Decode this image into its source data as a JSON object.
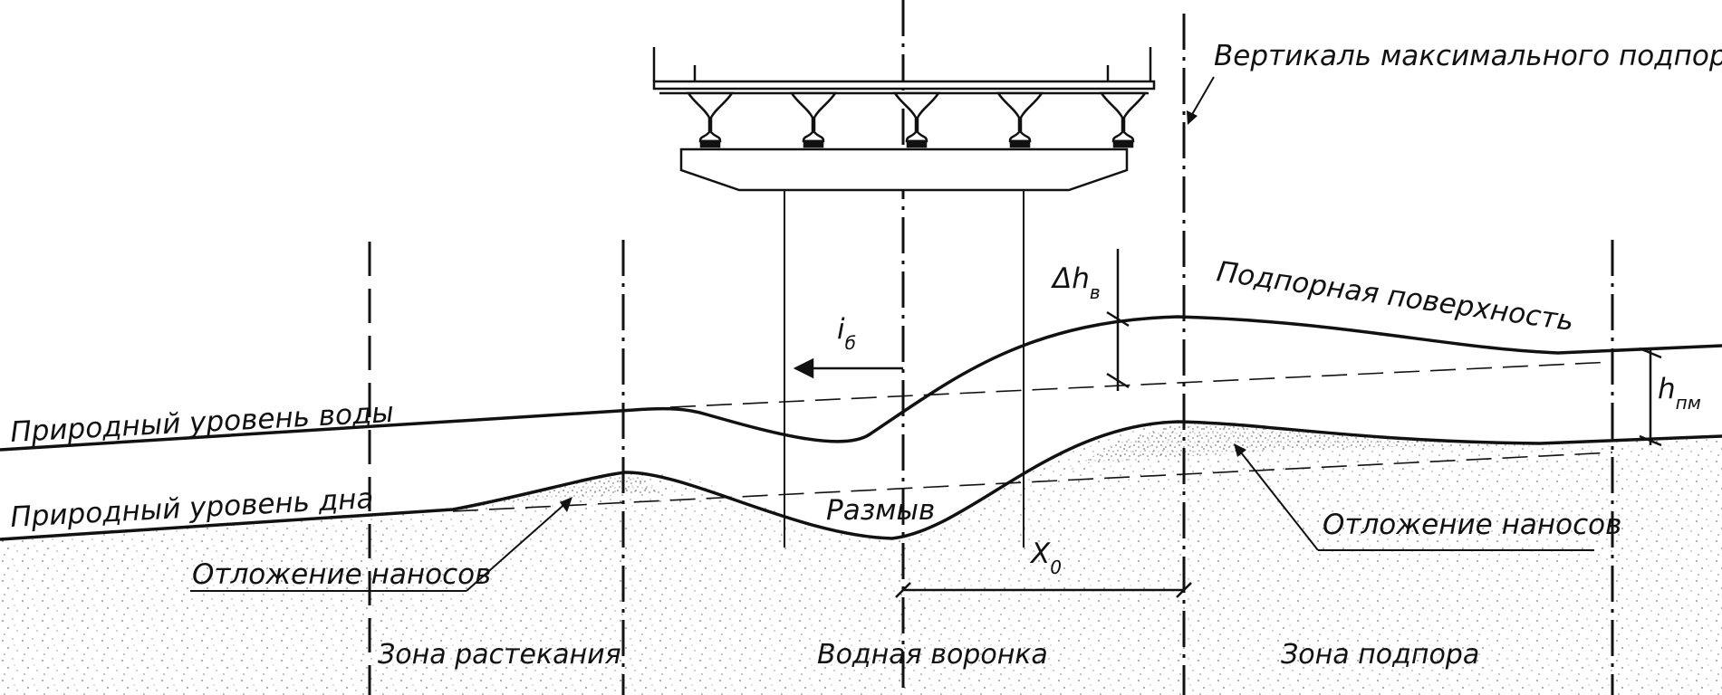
{
  "labels": {
    "max_backwater_vertical": "Вертикаль максимального подпора",
    "backwater_surface": "Подпорная поверхность",
    "natural_water_level": "Природный уровень воды",
    "natural_bed_level": "Природный уровень дна",
    "scour": "Размыв",
    "sediment_left": "Отложение наносов",
    "sediment_right": "Отложение наносов",
    "zone_spreading": "Зона растекания",
    "zone_funnel": "Водная воронка",
    "zone_backwater": "Зона подпора"
  },
  "symbols": {
    "slope_main": "i",
    "slope_sub": "б",
    "delta_main": "Δh",
    "delta_sub": "в",
    "hpm_main": "h",
    "hpm_sub": "пм",
    "x0_main": "X",
    "x0_sub": "0"
  },
  "colors": {
    "ink": "#111111",
    "stipple": "#6a6a6a",
    "background": "#ffffff"
  }
}
